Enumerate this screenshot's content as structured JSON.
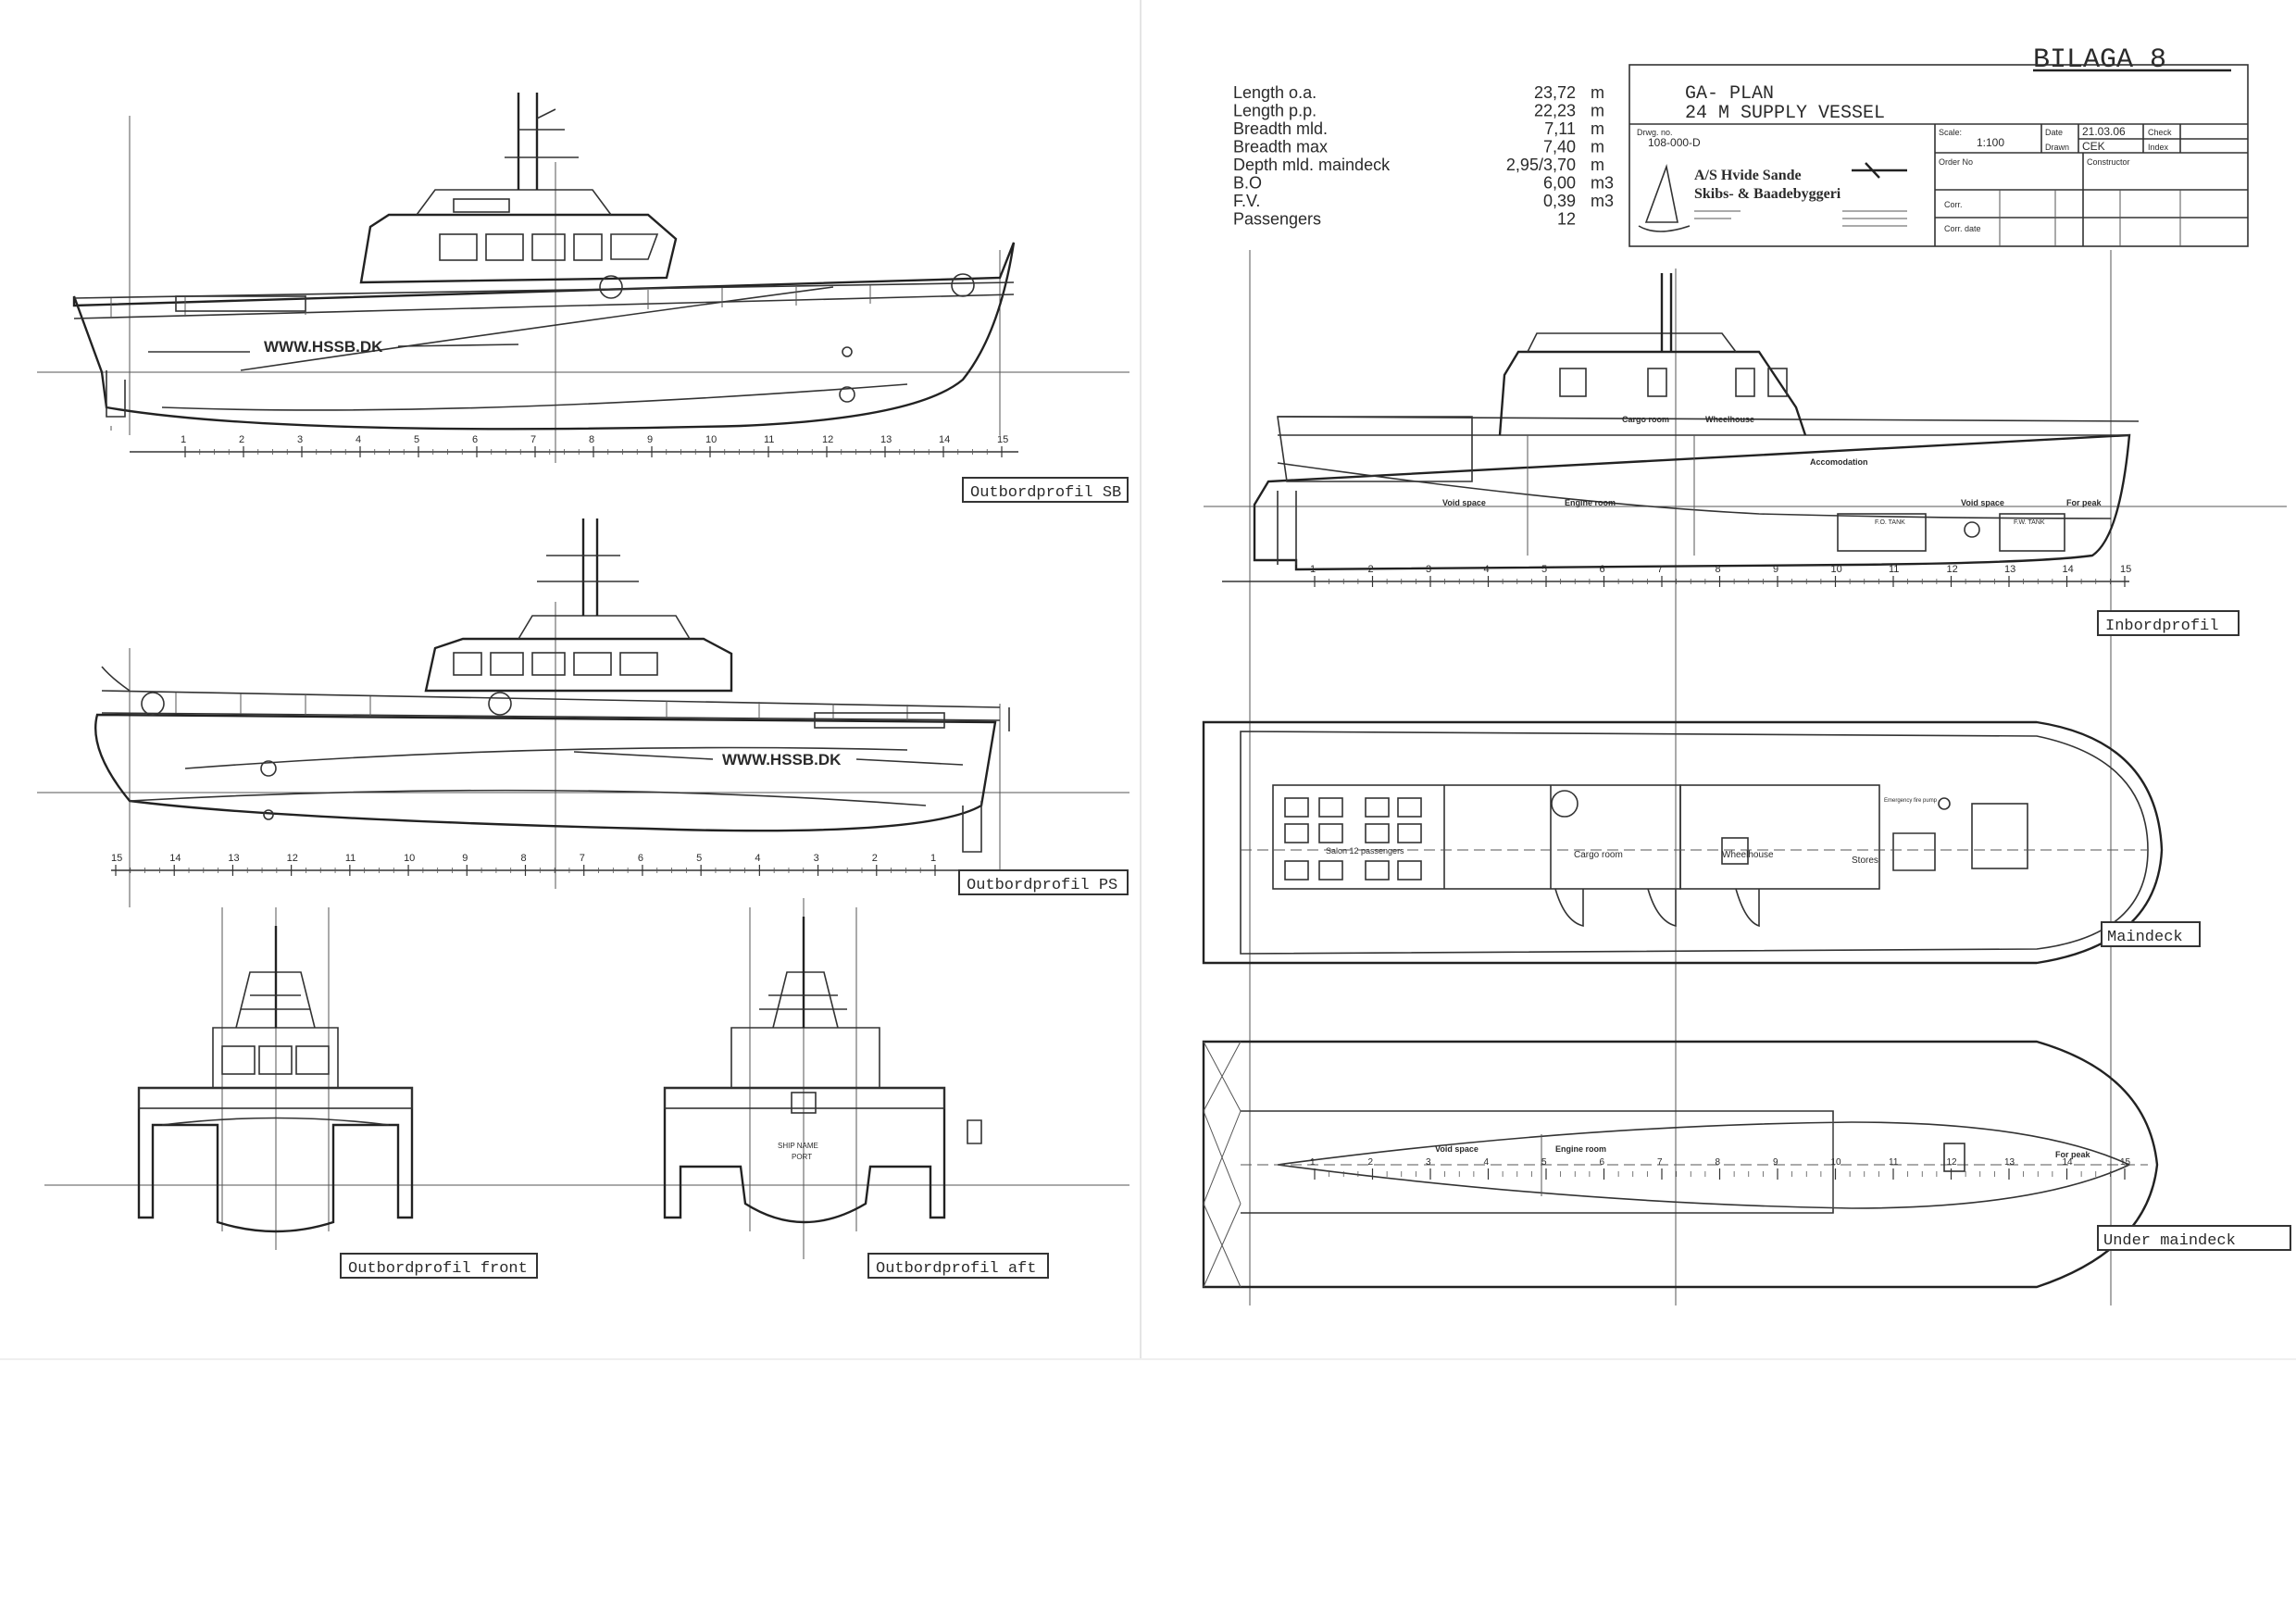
{
  "sheet_ref": "BILAGA 8",
  "title_block": {
    "title_line1": "GA- PLAN",
    "title_line2": "24 M SUPPLY VESSEL",
    "drwg_no_label": "Drwg. no.",
    "drwg_no": "108-000-D",
    "scale_label": "Scale:",
    "scale": "1:100",
    "date_label": "Date",
    "date": "21.03.06",
    "drawn_label": "Drawn",
    "drawn": "CEK",
    "check_label": "Check",
    "index_label": "Index",
    "order_label": "Order No",
    "constructor_label": "Constructor",
    "company_line1": "A/S Hvide Sande",
    "company_line2": "Skibs- & Baadebyggeri",
    "corr_label": "Corr.",
    "corr_date_label": "Corr. date"
  },
  "specs": [
    {
      "label": "Length o.a.",
      "value": "23,72",
      "unit": "m"
    },
    {
      "label": "Length p.p.",
      "value": "22,23",
      "unit": "m"
    },
    {
      "label": "Breadth mld.",
      "value": "7,11",
      "unit": "m"
    },
    {
      "label": "Breadth max",
      "value": "7,40",
      "unit": "m"
    },
    {
      "label": "Depth mld. maindeck",
      "value": "2,95/3,70",
      "unit": "m"
    },
    {
      "label": "B.O",
      "value": "6,00",
      "unit": "m3"
    },
    {
      "label": "F.V.",
      "value": "0,39",
      "unit": "m3"
    },
    {
      "label": "Passengers",
      "value": "12",
      "unit": ""
    }
  ],
  "view_labels": {
    "sb": "Outbordprofil SB",
    "ps": "Outbordprofil PS",
    "front": "Outbordprofil front",
    "aft": "Outbordprofil aft",
    "inboard": "Inbordprofil",
    "maindeck": "Maindeck",
    "under": "Under maindeck"
  },
  "hull_text": "WWW.HSSB.DK",
  "aft_name": "SHIP NAME",
  "aft_port": "PORT",
  "inboard_labels": {
    "cargo_room": "Cargo room",
    "wheelhouse": "Wheelhouse",
    "accommodation": "Accomodation",
    "void_space": "Void space",
    "engine_room": "Engine room",
    "fo_tank": "F.O. TANK",
    "void_space_fwd": "Void space",
    "for_peak": "For peak",
    "fw_tank": "F.W. TANK"
  },
  "maindeck_labels": {
    "salon": "Salon 12 passengers",
    "cargo_room": "Cargo room",
    "wheelhouse": "Wheelhouse",
    "stores": "Stores",
    "emergency": "Emergency fire pump"
  },
  "under_labels": {
    "void_space": "Void space",
    "engine_room": "Engine room",
    "for_peak": "For peak"
  },
  "frames_top": [
    "1",
    "2",
    "3",
    "4",
    "5",
    "6",
    "7",
    "8",
    "9",
    "10",
    "11",
    "12",
    "13",
    "14",
    "15"
  ],
  "frames_ps": [
    "15",
    "14",
    "13",
    "12",
    "11",
    "10",
    "9",
    "8",
    "7",
    "6",
    "5",
    "4",
    "3",
    "2",
    "1"
  ],
  "chart_data": {}
}
